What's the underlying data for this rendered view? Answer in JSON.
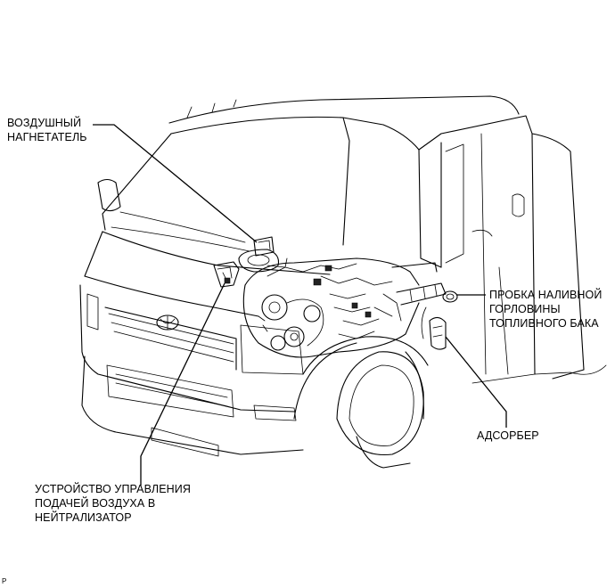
{
  "labels": {
    "air_pump": [
      "ВОЗДУШНЫЙ",
      "НАГНЕТАТЕЛЬ"
    ],
    "fuel_cap": [
      "ПРОБКА НАЛИВНОЙ",
      "ГОРЛОВИНЫ",
      "ТОПЛИВНОГО БАКА"
    ],
    "canister": [
      "АДСОРБЕР"
    ],
    "air_control": [
      "УСТРОЙСТВО УПРАВЛЕНИЯ",
      "ПОДАЧЕЙ ВОЗДУХА В",
      "НЕЙТРАЛИЗАТОР"
    ]
  },
  "corner_mark": "P"
}
